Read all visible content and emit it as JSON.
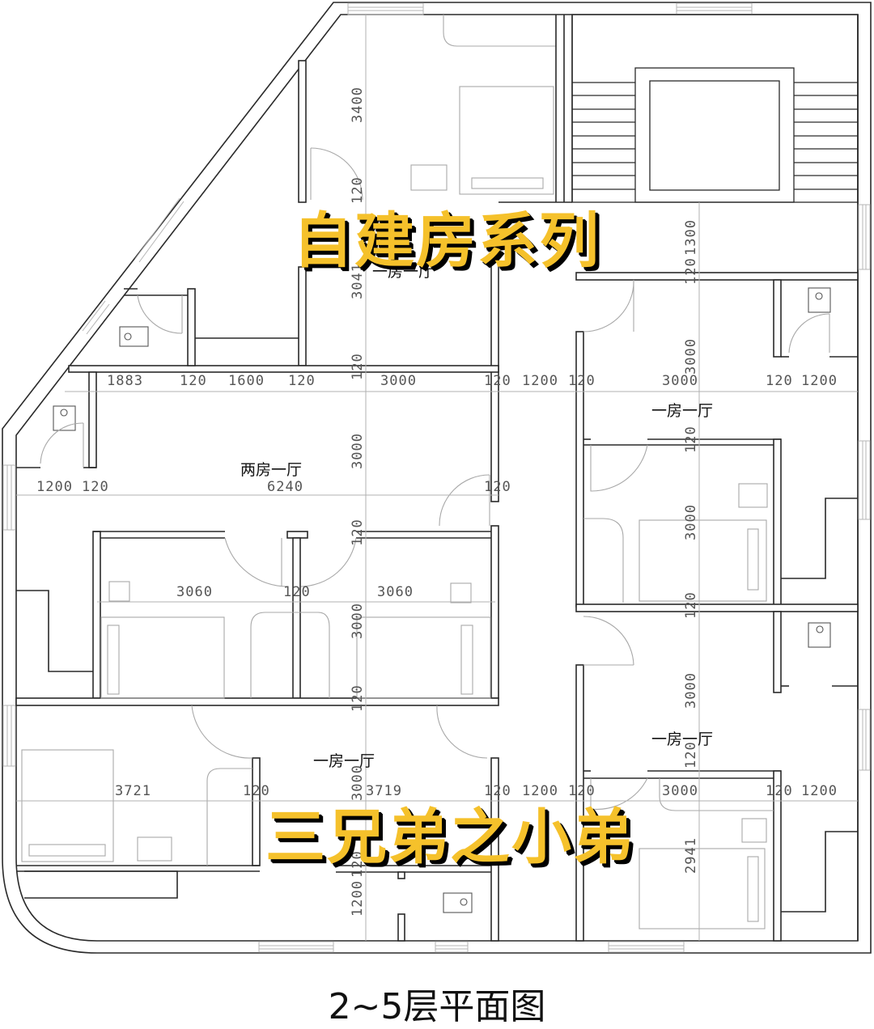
{
  "overlay": {
    "title_top": "自建房系列",
    "title_bottom": "三兄弟之小弟",
    "title_color": "#f5c12b",
    "shadow_color": "#000000"
  },
  "caption": "2~5层平面图",
  "rooms": {
    "top_unit": "一房一厅",
    "left_unit": "两房一厅",
    "right_upper_unit": "一房一厅",
    "right_lower_unit": "一房一厅",
    "bottom_unit": "一房一厅"
  },
  "dimensions": {
    "row1": [
      "1883",
      "120",
      "1600",
      "120",
      "3000",
      "120",
      "1200",
      "120",
      "3000",
      "120",
      "1200"
    ],
    "row2": [
      "1200",
      "120",
      "6240",
      "120"
    ],
    "row3": [
      "3060",
      "120",
      "3060"
    ],
    "row4": [
      "3721",
      "120",
      "3719",
      "120",
      "1200",
      "120",
      "3000",
      "120",
      "1200"
    ],
    "vertical_center": [
      "3400",
      "120",
      "3041",
      "120",
      "3000",
      "120",
      "3000",
      "120",
      "3000",
      "120",
      "1200"
    ],
    "vertical_right": [
      "1300",
      "120",
      "3000",
      "120",
      "3000",
      "120",
      "3000",
      "120",
      "2941"
    ]
  }
}
